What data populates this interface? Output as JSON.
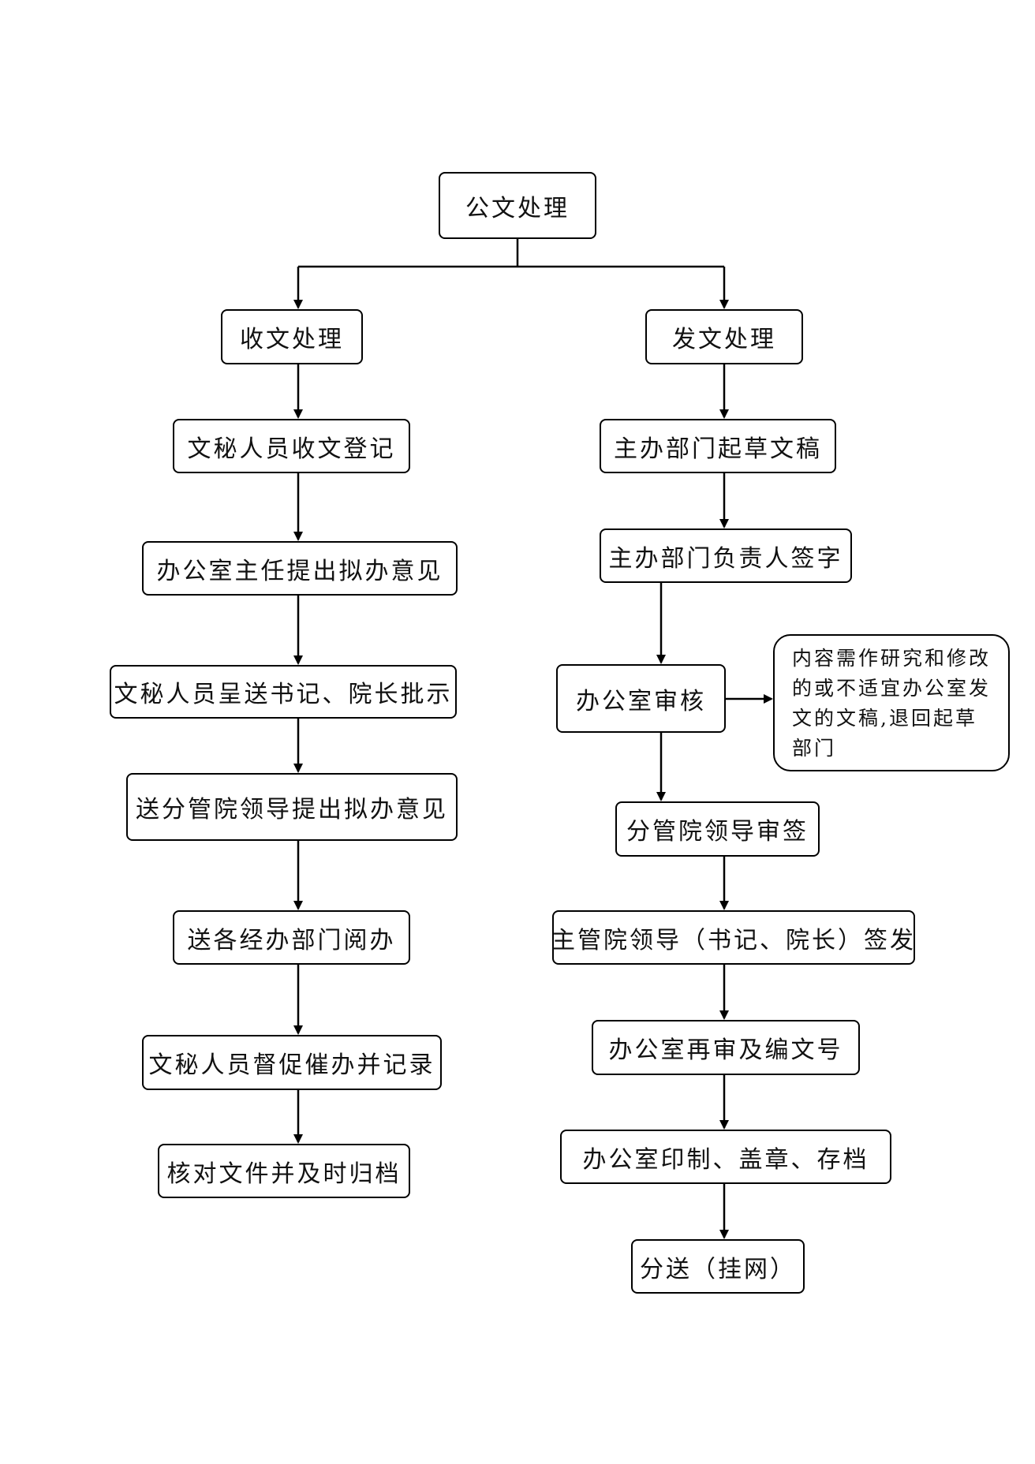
{
  "flowchart": {
    "root": "公文处理",
    "incoming": {
      "title": "收文处理",
      "steps": [
        "文秘人员收文登记",
        "办公室主任提出拟办意见",
        "文秘人员呈送书记、院长批示",
        "送分管院领导提出拟办意见",
        "送各经办部门阅办",
        "文秘人员督促催办并记录",
        "核对文件并及时归档"
      ]
    },
    "outgoing": {
      "title": "发文处理",
      "steps": [
        "主办部门起草文稿",
        "主办部门负责人签字",
        "办公室审核",
        "分管院领导审签",
        "主管院领导（书记、院长）签发",
        "办公室再审及编文号",
        "办公室印制、盖章、存档",
        "分送（挂网）"
      ],
      "review_note": "内容需作研究和修改的或不适宜办公室发文的文稿,退回起草部门"
    }
  },
  "style": {
    "line_color": "#000000",
    "box_border": "#000000",
    "background": "#ffffff"
  }
}
